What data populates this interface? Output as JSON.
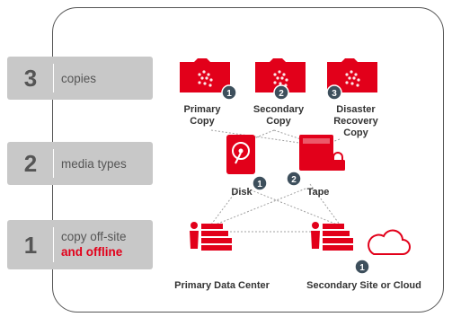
{
  "rules": [
    {
      "number": "3",
      "label": "copies",
      "label_red": ""
    },
    {
      "number": "2",
      "label": "media types",
      "label_red": ""
    },
    {
      "number": "1",
      "label": "copy off-site",
      "label_red": "and offline"
    }
  ],
  "copies": [
    {
      "badge": "1",
      "line1": "Primary",
      "line2": "Copy",
      "line3": ""
    },
    {
      "badge": "2",
      "line1": "Secondary",
      "line2": "Copy",
      "line3": ""
    },
    {
      "badge": "3",
      "line1": "Disaster",
      "line2": "Recovery",
      "line3": "Copy"
    }
  ],
  "media": [
    {
      "badge": "1",
      "label": "Disk"
    },
    {
      "badge": "2",
      "label": "Tape"
    }
  ],
  "sites": [
    {
      "badge": "",
      "label": "Primary Data Center"
    },
    {
      "badge": "1",
      "label": "Secondary Site or Cloud"
    }
  ],
  "colors": {
    "accent": "#e2001a",
    "badge": "#3d4f5c",
    "panel": "#c8c8c8"
  }
}
